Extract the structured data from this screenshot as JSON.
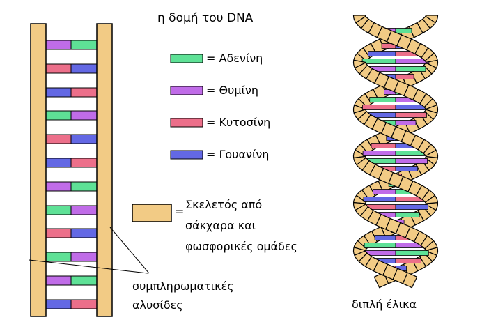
{
  "title": "η δομή του DNA",
  "colors": {
    "backbone": "#F2CB85",
    "backbone_stroke": "#000000",
    "adenine": "#5EE196",
    "thymine": "#C06CE8",
    "cytosine": "#EC6F8A",
    "guanine": "#6368E4"
  },
  "legend": [
    {
      "key": "adenine",
      "label": "= Αδενίνη"
    },
    {
      "key": "thymine",
      "label": "= Θυμίνη"
    },
    {
      "key": "cytosine",
      "label": "= Κυτοσίνη"
    },
    {
      "key": "guanine",
      "label": "= Γουανίνη"
    }
  ],
  "backbone_legend": {
    "equals": "=",
    "line1": "Σκελετός από",
    "line2": "σάκχαρα και",
    "line3": "φωσφορικές ομάδες"
  },
  "ladder_pairs": [
    [
      "thymine",
      "adenine"
    ],
    [
      "cytosine",
      "guanine"
    ],
    [
      "guanine",
      "cytosine"
    ],
    [
      "adenine",
      "thymine"
    ],
    [
      "cytosine",
      "guanine"
    ],
    [
      "guanine",
      "cytosine"
    ],
    [
      "thymine",
      "adenine"
    ],
    [
      "adenine",
      "thymine"
    ],
    [
      "cytosine",
      "guanine"
    ],
    [
      "adenine",
      "thymine"
    ],
    [
      "thymine",
      "adenine"
    ],
    [
      "guanine",
      "cytosine"
    ]
  ],
  "strands_label": {
    "line1": "συμπληρωματικές",
    "line2": "αλυσίδες"
  },
  "helix_label": "διπλή έλικα"
}
